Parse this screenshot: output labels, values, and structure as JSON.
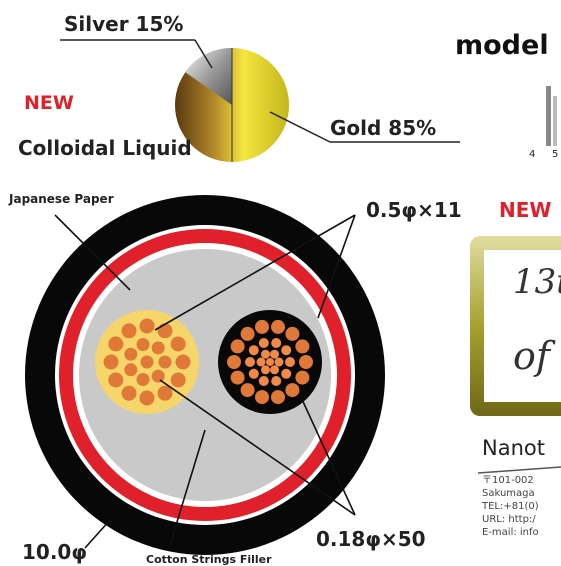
{
  "labels": {
    "silver": "Silver 15%",
    "gold": "Gold 85%",
    "new_top": "NEW",
    "colloidal": "Colloidal Liquid",
    "model": "model",
    "ticks_left": "4",
    "ticks_right": "5",
    "japanese_paper": "Japanese Paper",
    "conductor_large": "0.5φ×11",
    "new_right": "NEW",
    "conductor_small": "0.18φ×50",
    "diameter": "10.0φ",
    "filler": "Cotton Strings Filler"
  },
  "card": {
    "line1": "13t",
    "line2": "of"
  },
  "company": {
    "name": "Nanot",
    "lines": [
      "〒101-002",
      "Sakumaga",
      "TEL:+81(0)",
      "URL: http:/",
      "E-mail: info"
    ]
  },
  "colors": {
    "red": "#e0202a",
    "gold": "#d4c81a",
    "copper": "#e07838"
  }
}
